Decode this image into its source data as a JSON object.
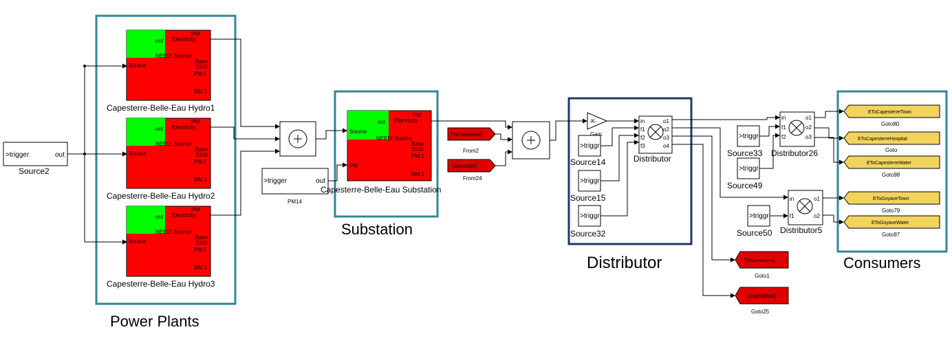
{
  "groups": {
    "power_plants": "Power Plants",
    "substation": "Substation",
    "distributor": "Distributor",
    "consumers": "Consumers"
  },
  "pm_ports": {
    "out": "out",
    "pm": "PM",
    "electricity": "Electricity",
    "need_source": "NEED: Source",
    "base": "Base",
    "base_val": "1000",
    "pm1": "PM:1",
    "rm1": "RM:1",
    "source": "Source"
  },
  "source_ports": {
    "trigger": "trigger",
    "out": "out",
    "triggr": "triggr"
  },
  "blocks": {
    "source2": "Source2",
    "hydro1": "Capesterre-Belle-Eau Hydro1",
    "hydro2": "Capesterre-Belle-Eau Hydro2",
    "hydro3": "Capesterre-Belle-Eau Hydro3",
    "substation_block": "Capesterre-Belle-Eau Substation",
    "pm14": "PM14",
    "from2": "From2",
    "from2_tag": "[ToCapesterre]",
    "from24": "From24",
    "from24_tag": "[BMtoOBE]",
    "gain": "Gain",
    "gain_sym": "-K-",
    "source14": "Source14",
    "source15": "Source15",
    "source32": "Source32",
    "distributor": "Distributor",
    "source33": "Source33",
    "source49": "Source49",
    "source50": "Source50",
    "distributor26": "Distributor26",
    "distributor5": "Distributor5",
    "goto1": "Goto1",
    "goto1_tag": "[ToGourbeyre]",
    "goto25": "Goto25",
    "goto25_tag": "[CapToBMA]",
    "goto80": "Goto80",
    "goto80_tag": "EToCapesterreTown",
    "goto": "Goto",
    "goto_tag": "EToCapesterreHospital",
    "goto98": "Goto98",
    "goto98_tag": "EToCapesterreWater",
    "goto79": "Goto79",
    "goto79_tag": "EToGoyaveTown",
    "goto97": "Goto97",
    "goto97_tag": "EToGoyaveWater"
  },
  "dist_ports": {
    "in": "in",
    "f1": "f1",
    "f2": "f2",
    "f3": "f3",
    "o1": "o1",
    "o2": "o2",
    "o3": "o3",
    "o4": "o4"
  },
  "colors": {
    "frame": "#31859C",
    "frame_dark": "#1F3864",
    "pm_red": "#FF0000",
    "pm_green": "#00FF00",
    "goto_red": "#E00000",
    "goto_yellow": "#F2D45C"
  }
}
